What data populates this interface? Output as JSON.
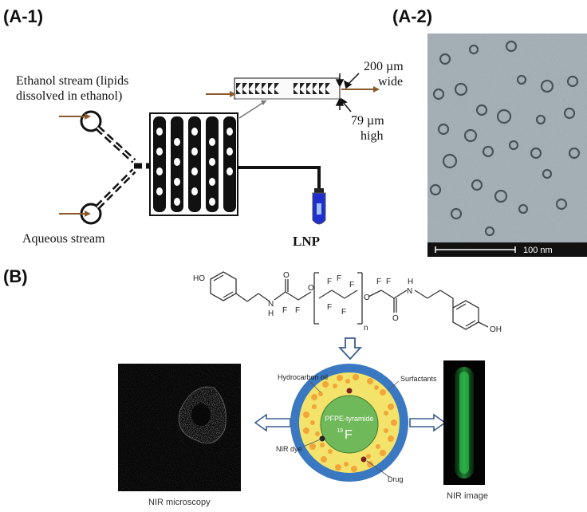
{
  "panel_labels": {
    "a1": "(A-1)",
    "a2": "(A-2)",
    "b": "(B)"
  },
  "microfluidic": {
    "ethanol_stream_line1": "Ethanol stream (lipids",
    "ethanol_stream_line2": "dissolved in ethanol)",
    "aqueous_stream": "Aqueous stream",
    "width_value": "200 µm",
    "width_word": "wide",
    "height_value": "79 µm",
    "height_word": "high",
    "output_label": "LNP"
  },
  "tem": {
    "scale_bar_label": "100 nm"
  },
  "nanoemulsion": {
    "molecule": {
      "ho_left": "HO",
      "oh_right": "OH",
      "n_subscript": "n",
      "nh_left": "N",
      "h_left": "H",
      "nh_right": "N",
      "h_right": "H",
      "f": "F",
      "o": "O"
    },
    "droplet": {
      "hydrocarbon_oil": "Hydrocarbon oil",
      "surfactants": "Surfactants",
      "core_line1": "PFPE-tyramide",
      "core_isotope_mass": "19",
      "core_isotope_symbol": "F",
      "nir_dye": "NIR dye",
      "drug": "Drug"
    },
    "nir_microscopy_caption": "NIR microscopy",
    "nir_image_caption": "NIR image"
  },
  "colors": {
    "shell_blue": "#3a78c2",
    "oil_yellow": "#f3e36a",
    "dot_orange": "#f2a53a",
    "core_green": "#6fb95a",
    "arrow_brown": "#8a5a2b",
    "tube_blue": "#1f2fcf",
    "tem_bg": "#9aa6ad",
    "nir_green": "#35e35a"
  }
}
